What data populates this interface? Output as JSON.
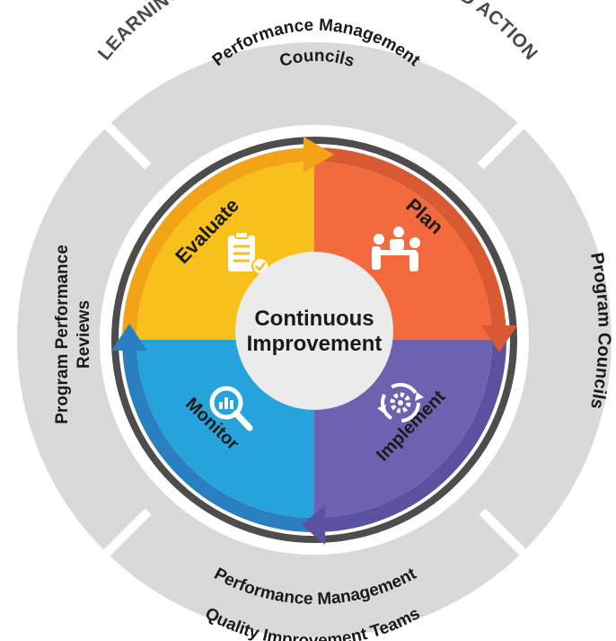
{
  "banner": "LEARNING FORUMS DRIVE DECISION AND ACTION",
  "forums": {
    "top": [
      "Performance Management",
      "Councils"
    ],
    "right": "Program Councils",
    "bottom": [
      "Performance Management",
      "Quality Improvement Teams"
    ],
    "left": [
      "Program Performance",
      "Reviews"
    ]
  },
  "center": [
    "Continuous",
    "Improvement"
  ],
  "quadrants": {
    "plan": {
      "label": "Plan",
      "icon": "meeting-icon",
      "color": "#f26a3d"
    },
    "implement": {
      "label": "Implement",
      "icon": "gear-cycle-icon",
      "color": "#6b63b0"
    },
    "monitor": {
      "label": "Monitor",
      "icon": "magnifier-chart-icon",
      "color": "#27a3dc"
    },
    "evaluate": {
      "label": "Evaluate",
      "icon": "checklist-icon",
      "color": "#f8c01a"
    }
  },
  "colors": {
    "outer_ring": "#d9d9d9",
    "separator_ring": "#4d4d4d",
    "center_circle": "#ebebeb",
    "text": "#1a1a1a"
  }
}
